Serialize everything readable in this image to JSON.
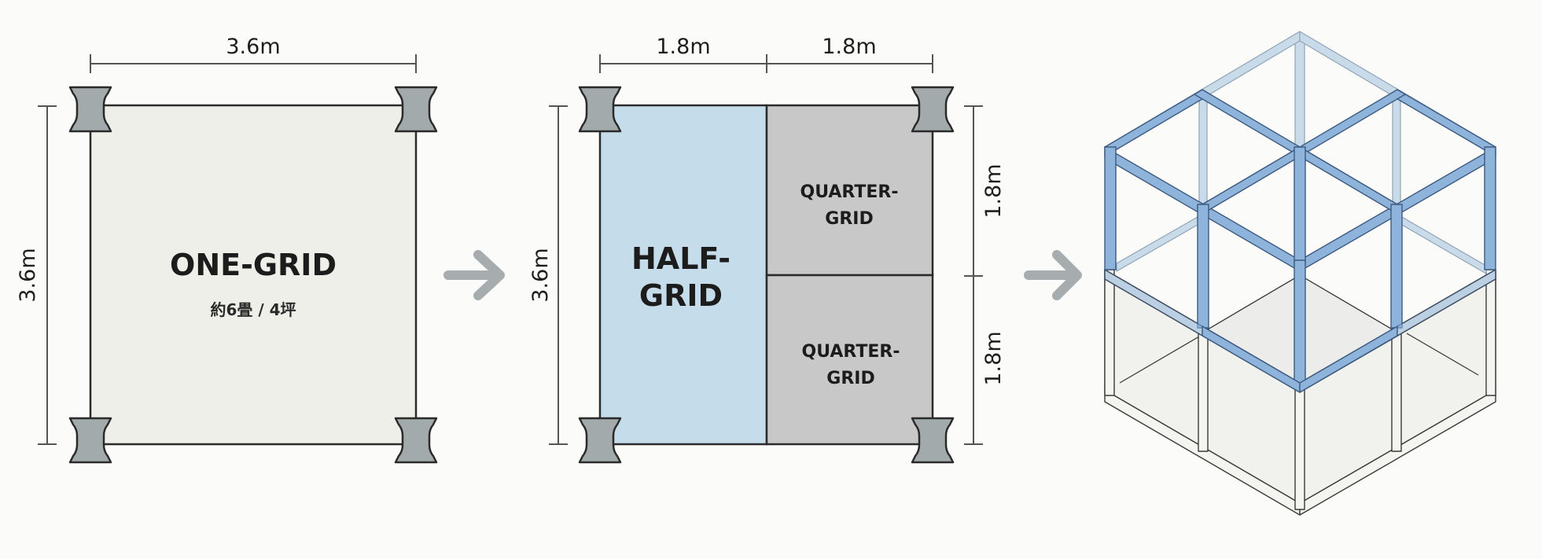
{
  "panels": {
    "one_grid": {
      "title": "ONE-GRID",
      "subtitle": "約6畳 / 4坪",
      "width_label": "3.6m",
      "height_label": "3.6m",
      "fill_color": "#efefe9"
    },
    "subdivided": {
      "top_labels": [
        "1.8m",
        "1.8m"
      ],
      "left_label": "3.6m",
      "right_labels": [
        "1.8m",
        "1.8m"
      ],
      "half": {
        "line1": "HALF-",
        "line2": "GRID",
        "fill_color": "#c5dcea"
      },
      "quarters": [
        {
          "line1": "QUARTER-",
          "line2": "GRID",
          "fill_color": "#c8c8c8"
        },
        {
          "line1": "QUARTER-",
          "line2": "GRID",
          "fill_color": "#c8c8c8"
        }
      ]
    },
    "isometric": {
      "description": "2-level frame: lower white structure with upper blue 2x2 quarter-grid frame",
      "upper_color": "#8fb4dc",
      "lower_color": "#f4f4f0"
    }
  },
  "arrows": [
    "arrow-right-icon",
    "arrow-right-icon"
  ],
  "colors": {
    "background": "#fbfbf9",
    "column": "#a3aaab",
    "arrow": "#a7adaf",
    "line": "#2b2b2b"
  }
}
